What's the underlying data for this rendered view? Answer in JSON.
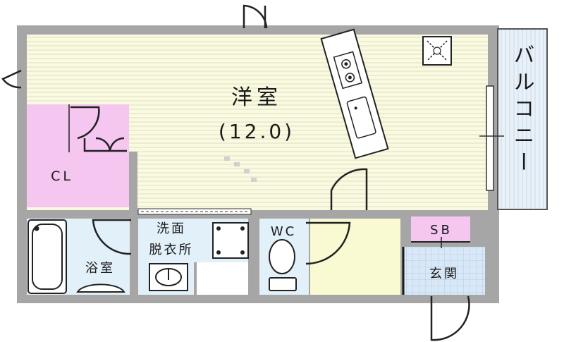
{
  "rooms": {
    "western_room": {
      "name": "洋室",
      "size": "(12.0)"
    },
    "closet": {
      "name": "CL"
    },
    "bathroom": {
      "name": "浴室"
    },
    "washroom": {
      "name_line1": "洗面",
      "name_line2": "脱衣所"
    },
    "toilet": {
      "name": "WC"
    },
    "shoe_box": {
      "name": "SB"
    },
    "entrance": {
      "name": "玄関"
    },
    "balcony": {
      "name": "バルコニー"
    }
  },
  "colors": {
    "wall": "#a6a6a6",
    "wall_dark": "#1a1a1a",
    "western_room_fill": "#fafae0",
    "western_room_stripe": "#e4e4c8",
    "closet_fill": "#f4c6f0",
    "shoe_box_fill": "#f4c6f0",
    "wet_area_fill": "#e2f0fa",
    "toilet_fill": "#e2f0fa",
    "entrance_fill": "#d9e8f7",
    "hall_fill": "#fafad2",
    "balcony_fill": "#e9f1f8"
  }
}
